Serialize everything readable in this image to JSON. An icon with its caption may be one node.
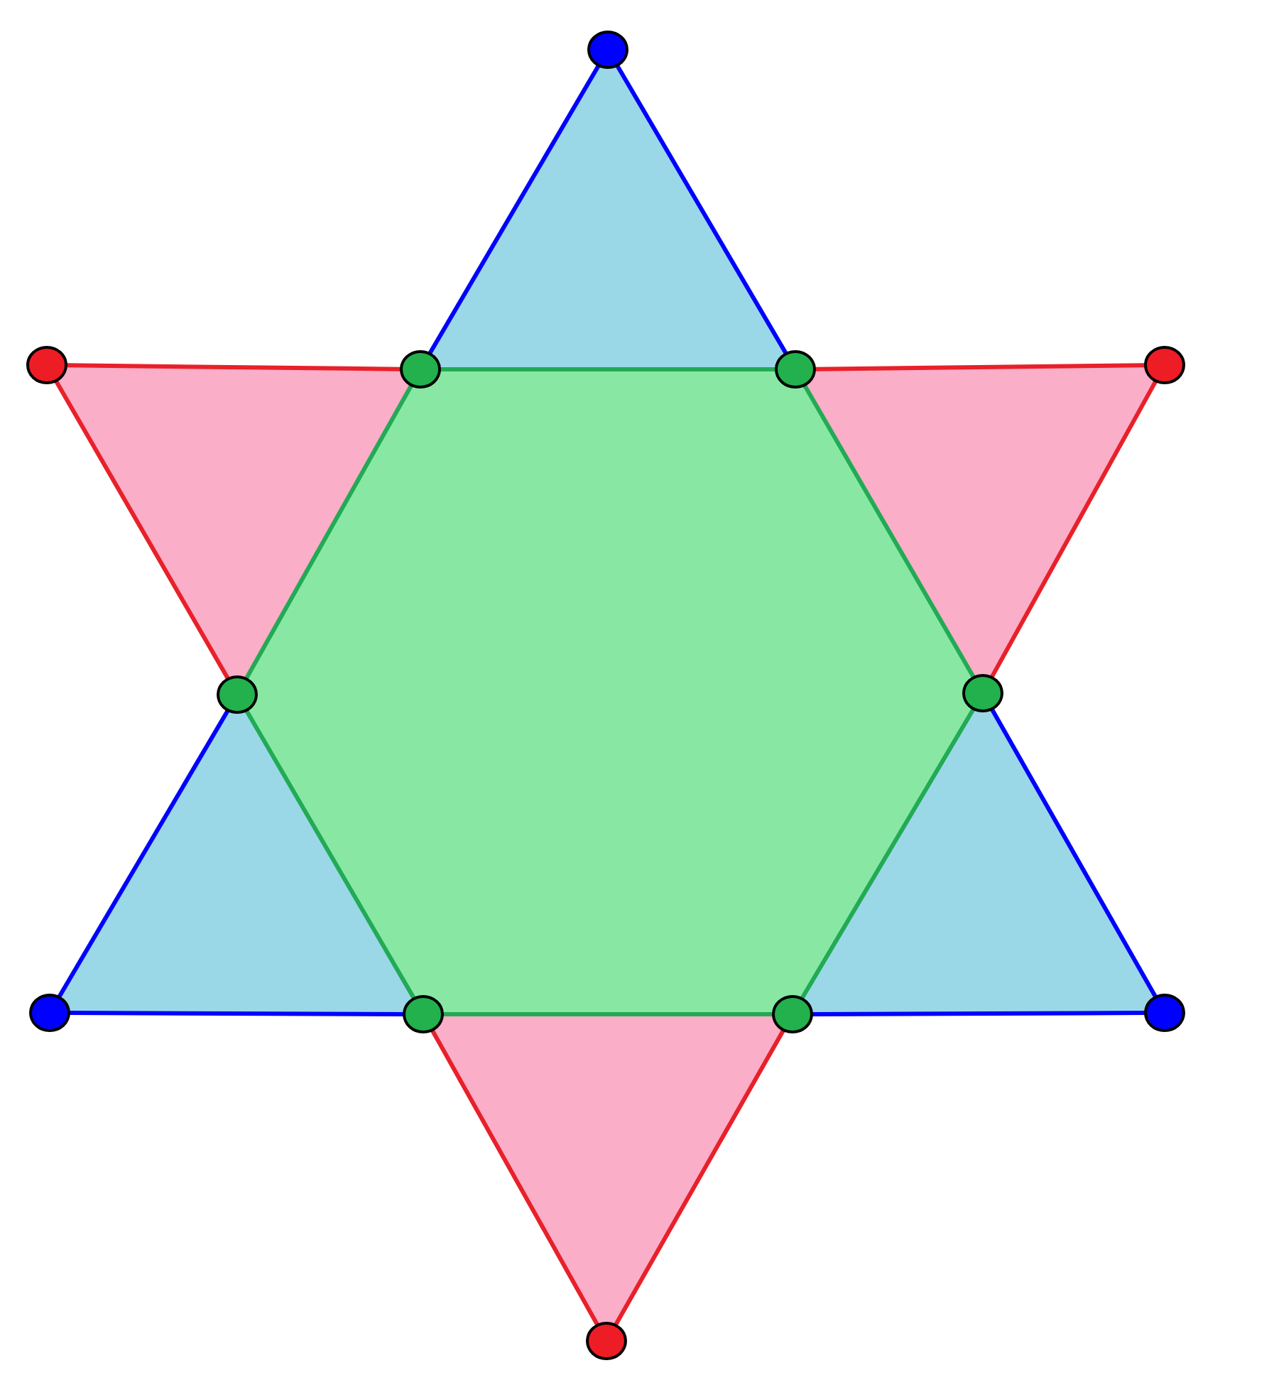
{
  "diagram": {
    "nodes": [
      {
        "text": [],
        "shape": "circle"
      },
      {
        "text": [],
        "shape": "circle"
      },
      {
        "text": [],
        "shape": "circle"
      },
      {
        "text": [],
        "shape": "circle"
      },
      {
        "text": [],
        "shape": "circle"
      },
      {
        "text": [],
        "shape": "circle"
      },
      {
        "text": [],
        "shape": "circle"
      },
      {
        "text": [],
        "shape": "circle"
      },
      {
        "text": [],
        "shape": "circle"
      },
      {
        "text": [],
        "shape": "circle"
      },
      {
        "text": [],
        "shape": "circle"
      },
      {
        "text": [],
        "shape": "circle"
      }
    ],
    "edges": [
      {
        "from": 0,
        "to": 2,
        "arrow": "none",
        "color": "#0000ff"
      },
      {
        "from": 0,
        "to": 3,
        "arrow": "none",
        "color": "#0000ff"
      },
      {
        "from": 1,
        "to": 2,
        "arrow": "none",
        "color": "#e8202a"
      },
      {
        "from": 2,
        "to": 3,
        "arrow": "none",
        "color": "#22aa55"
      },
      {
        "from": 3,
        "to": 4,
        "arrow": "none",
        "color": "#e8202a"
      },
      {
        "from": 1,
        "to": 5,
        "arrow": "none",
        "color": "#e8202a"
      },
      {
        "from": 2,
        "to": 5,
        "arrow": "none",
        "color": "#22aa55"
      },
      {
        "from": 3,
        "to": 6,
        "arrow": "none",
        "color": "#22aa55"
      },
      {
        "from": 4,
        "to": 6,
        "arrow": "none",
        "color": "#e8202a"
      },
      {
        "from": 5,
        "to": 7,
        "arrow": "none",
        "color": "#0000ff"
      },
      {
        "from": 5,
        "to": 8,
        "arrow": "none",
        "color": "#22aa55"
      },
      {
        "from": 6,
        "to": 9,
        "arrow": "none",
        "color": "#22aa55"
      },
      {
        "from": 6,
        "to": 10,
        "arrow": "none",
        "color": "#0000ff"
      },
      {
        "from": 7,
        "to": 8,
        "arrow": "none",
        "color": "#0000ff"
      },
      {
        "from": 8,
        "to": 9,
        "arrow": "none",
        "color": "#22aa55"
      },
      {
        "from": 9,
        "to": 10,
        "arrow": "none",
        "color": "#0000ff"
      },
      {
        "from": 8,
        "to": 11,
        "arrow": "none",
        "color": "#e8202a"
      },
      {
        "from": 9,
        "to": 11,
        "arrow": "none",
        "color": "#e8202a"
      }
    ]
  }
}
